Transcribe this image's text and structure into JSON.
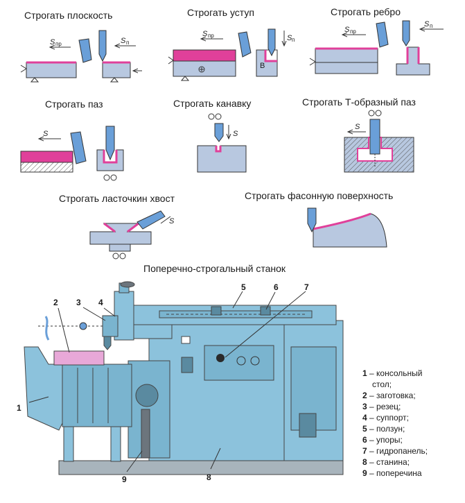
{
  "operations": [
    {
      "title": "Строгать плоскость"
    },
    {
      "title": "Строгать уступ"
    },
    {
      "title": "Строгать ребро"
    },
    {
      "title": "Строгать паз"
    },
    {
      "title": "Строгать канавку"
    },
    {
      "title": "Строгать Т-образный паз"
    },
    {
      "title": "Строгать ласточкин хвост"
    },
    {
      "title": "Строгать фасонную поверхность"
    }
  ],
  "symbols": {
    "feed_long": "S",
    "feed_long_sub": "пр",
    "feed_cross": "S",
    "feed_cross_sub": "п",
    "feed": "S",
    "mark_b": "В"
  },
  "machine": {
    "title": "Поперечно-строгальный станок",
    "callouts": [
      "1",
      "2",
      "3",
      "4",
      "5",
      "6",
      "7",
      "8",
      "9"
    ]
  },
  "legend": [
    {
      "num": "1",
      "text": "– консольный"
    },
    {
      "num": "",
      "text": "стол;"
    },
    {
      "num": "2",
      "text": "– заготовка;"
    },
    {
      "num": "3",
      "text": "– резец;"
    },
    {
      "num": "4",
      "text": "– суппорт;"
    },
    {
      "num": "5",
      "text": "– ползун;"
    },
    {
      "num": "6",
      "text": "– упоры;"
    },
    {
      "num": "7",
      "text": "– гидропанель;"
    },
    {
      "num": "8",
      "text": "– станина;"
    },
    {
      "num": "9",
      "text": "– поперечина"
    }
  ],
  "colors": {
    "workpiece": "#b8c8e0",
    "machined_surface": "#e0409a",
    "tool": "#6a9fd8",
    "machine_body": "#8cc2dc",
    "machine_dark": "#5a8aa0",
    "base": "#a8b4bc"
  }
}
